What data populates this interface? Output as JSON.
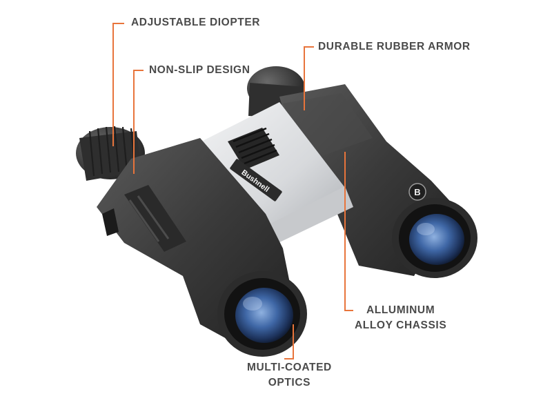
{
  "colors": {
    "background": "#ffffff",
    "leader_line": "#e8743b",
    "label_text": "#4a4a4a",
    "body_dark": "#3a3a3a",
    "chassis_silver": "#d7d9dc",
    "lens_blue": "#2c4f86"
  },
  "brand_marks": {
    "bridge_logo": "Bushnell",
    "eyecup_badge": "B"
  },
  "callouts": {
    "adjustable_diopter": "ADJUSTABLE DIOPTER",
    "non_slip_design": "NON-SLIP DESIGN",
    "durable_rubber_armor": "DURABLE RUBBER ARMOR",
    "alluminum_alloy_chassis": [
      "ALLUMINUM",
      "ALLOY CHASSIS"
    ],
    "multi_coated_optics": [
      "MULTI-COATED",
      "OPTICS"
    ]
  }
}
